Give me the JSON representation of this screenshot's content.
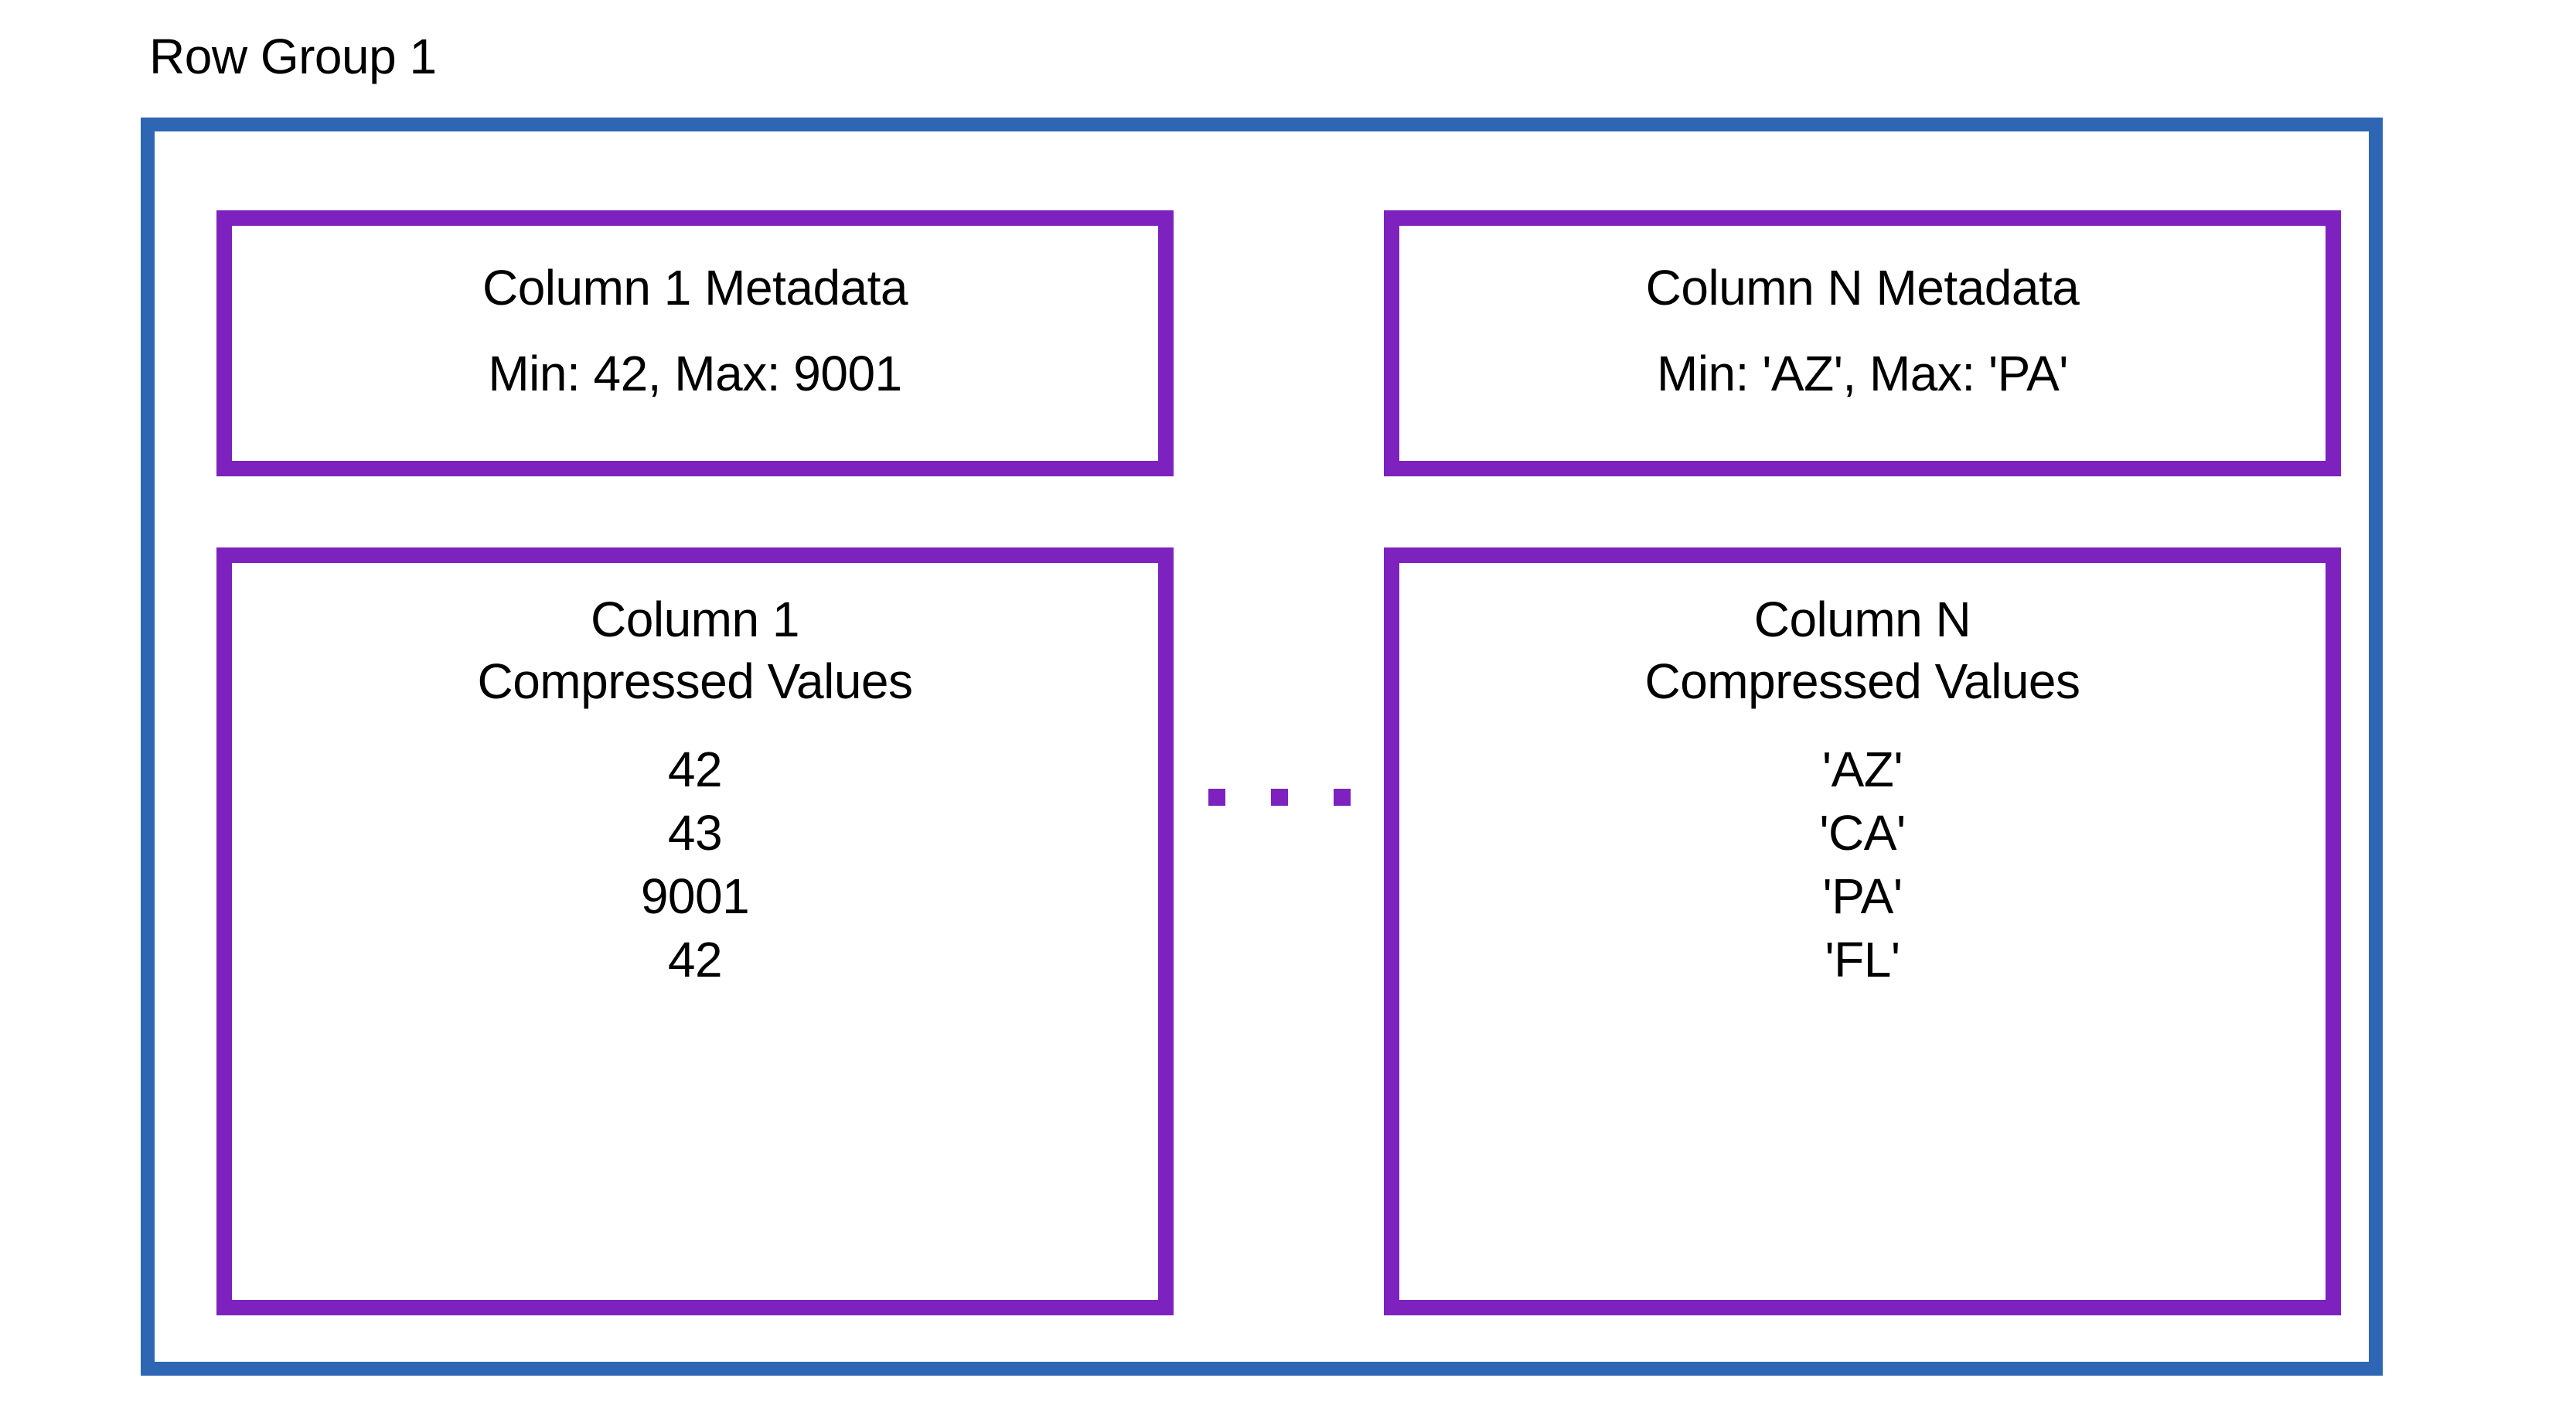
{
  "colors": {
    "row_group_border": "#2E66B4",
    "card_border": "#7D22BE",
    "ellipsis": "#7D22BE",
    "text": "#000000",
    "background": "#FFFFFF"
  },
  "diagram": {
    "title": "Row Group 1",
    "ellipsis_label": "...",
    "columns": [
      {
        "metadata": {
          "title": "Column 1 Metadata",
          "stats": "Min: 42, Max: 9001",
          "min": "42",
          "max": "9001"
        },
        "values_block": {
          "heading_line1": "Column 1",
          "heading_line2": "Compressed Values",
          "values": [
            "42",
            "43",
            "9001",
            "42"
          ]
        }
      },
      {
        "metadata": {
          "title": "Column N Metadata",
          "stats": "Min: 'AZ', Max: 'PA'",
          "min": "'AZ'",
          "max": "'PA'"
        },
        "values_block": {
          "heading_line1": "Column N",
          "heading_line2": "Compressed Values",
          "values": [
            "'AZ'",
            "'CA'",
            "'PA'",
            "'FL'"
          ]
        }
      }
    ]
  }
}
